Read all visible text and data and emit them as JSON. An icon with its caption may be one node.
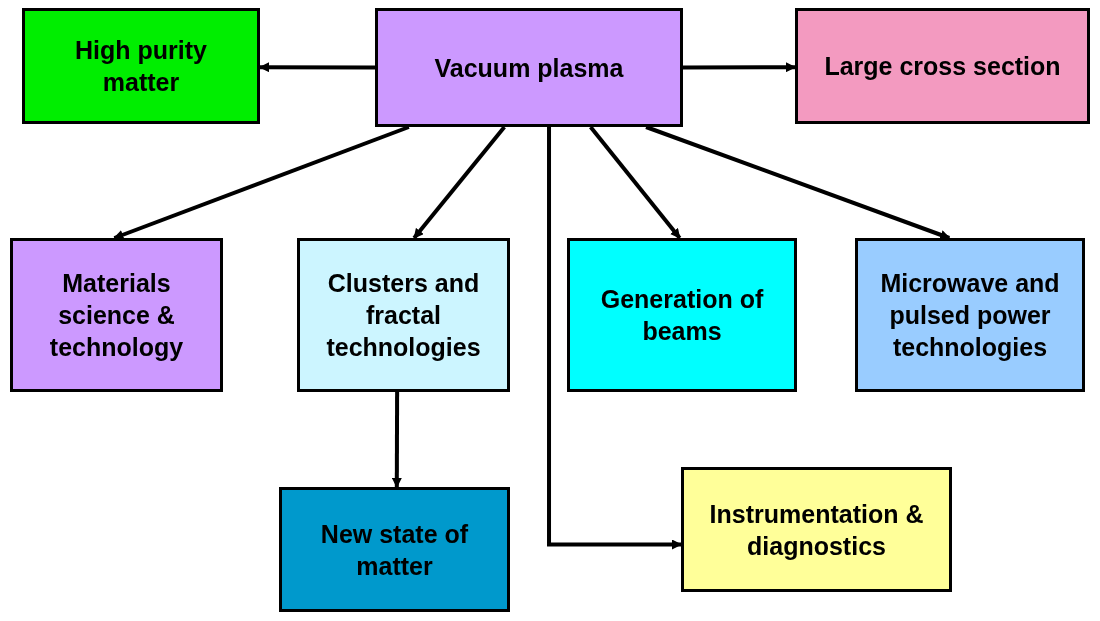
{
  "diagram": {
    "nodes": [
      {
        "text": [
          "Vacuum plasma"
        ]
      },
      {
        "text": [
          "High purity matter"
        ]
      },
      {
        "text": [
          "Large cross section"
        ]
      },
      {
        "text": [
          "Materials science & technology"
        ]
      },
      {
        "text": [
          "Clusters and fractal technologies"
        ]
      },
      {
        "text": [
          "Generation of beams"
        ]
      },
      {
        "text": [
          "Microwave and pulsed power technologies"
        ]
      },
      {
        "text": [
          "New state of matter"
        ]
      },
      {
        "text": [
          "Instrumentation & diagnostics"
        ]
      }
    ],
    "edges": [
      {
        "from": 0,
        "to": 1,
        "arrow": "to"
      },
      {
        "from": 0,
        "to": 2,
        "arrow": "to"
      },
      {
        "from": 0,
        "to": 3,
        "arrow": "to"
      },
      {
        "from": 0,
        "to": 4,
        "arrow": "to"
      },
      {
        "from": 0,
        "to": 5,
        "arrow": "to"
      },
      {
        "from": 0,
        "to": 6,
        "arrow": "to"
      },
      {
        "from": 0,
        "to": 8,
        "arrow": "to"
      },
      {
        "from": 4,
        "to": 7,
        "arrow": "to"
      }
    ]
  }
}
